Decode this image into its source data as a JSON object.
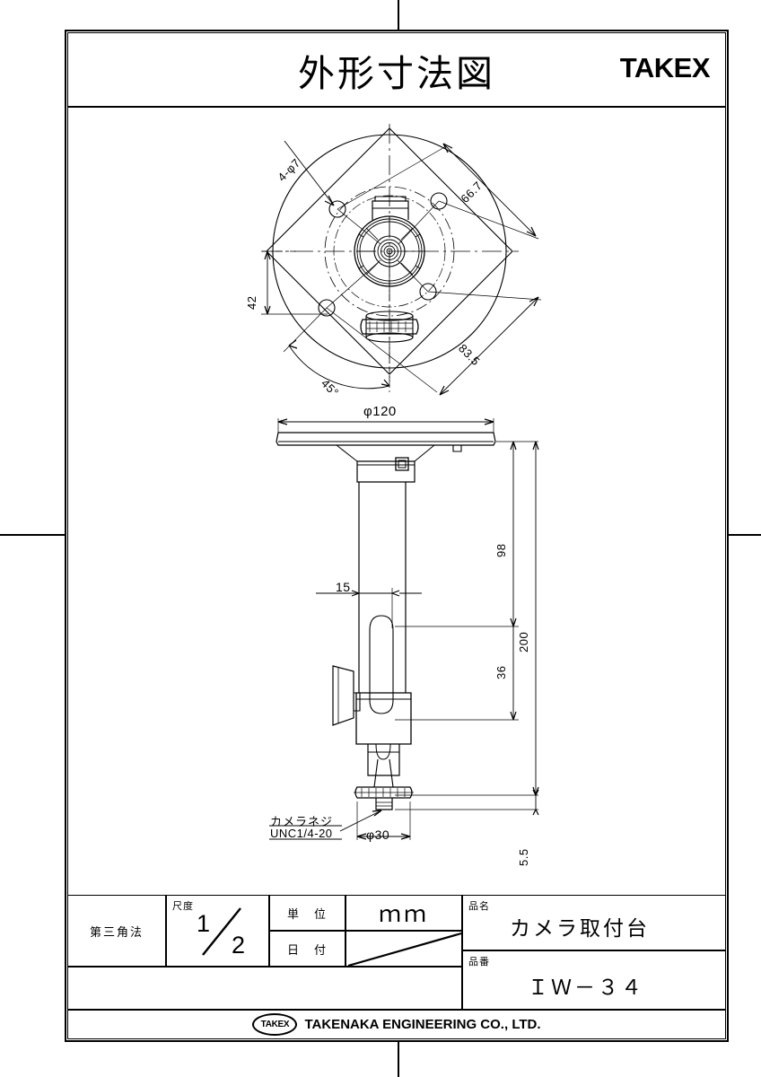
{
  "banner": {
    "title": "外形寸法図",
    "logo": "TAKEX"
  },
  "top_view": {
    "hole_callout": "4-φ7",
    "dim_diag_upper": "66.7",
    "dim_diag_lower": "83.5",
    "dim_vertical": "42",
    "dim_angle": "45°"
  },
  "side_view": {
    "dim_plate_dia": "φ120",
    "dim_slot_width": "15",
    "dim_98": "98",
    "dim_200": "200",
    "dim_36": "36",
    "dim_5_5": "5.5",
    "dim_base_dia": "φ30",
    "screw_label_line1": "カメラネジ",
    "screw_label_line2": "UNC1/4-20"
  },
  "title_block": {
    "projection": "第三角法",
    "scale_label": "尺度",
    "scale_numerator": "1",
    "scale_denominator": "2",
    "unit_label": "単　位",
    "unit_value": "ｍｍ",
    "date_label": "日　付",
    "date_value": "",
    "product_name_label": "品名",
    "product_name": "カメラ取付台",
    "product_no_label": "品番",
    "product_no": "ＩＷ－３４",
    "company_logo": "TAKEX",
    "company_name": "TAKENAKA ENGINEERING CO., LTD."
  },
  "colors": {
    "line": "#000000",
    "background": "#ffffff"
  }
}
